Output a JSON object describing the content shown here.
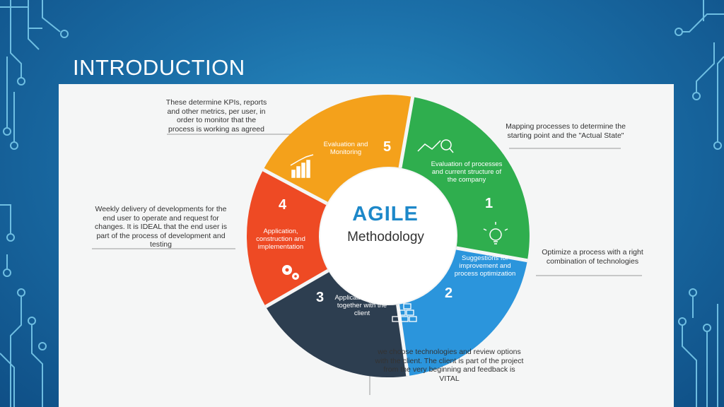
{
  "slide": {
    "title": "INTRODUCTION"
  },
  "diagram": {
    "center": {
      "title": "AGILE",
      "subtitle": "Methodology"
    },
    "segments": [
      {
        "number": "1",
        "label": "Evaluation of processes and current structure of the company",
        "color": "#2fae4e",
        "note": "Mapping processes to determine the starting point and the \"Actual State\""
      },
      {
        "number": "2",
        "label": "Suggestions for improvement and process optimization",
        "color": "#2b95dc",
        "note": "Optimize a process with a right combination of technologies"
      },
      {
        "number": "3",
        "label": "Application design together with the client",
        "color": "#2d3e50",
        "note": "we choose technologies and review options with the client. The client is part of the project from the very beginning and feedback is VITAL"
      },
      {
        "number": "4",
        "label": "Application, construction and implementation",
        "color": "#ee4a24",
        "note": "Weekly delivery of developments for the end user to operate and request for changes. It is IDEAL that the end user is part of the process of development and testing"
      },
      {
        "number": "5",
        "label": "Evaluation and Monitoring",
        "color": "#f4a11b",
        "note": "These determine KPIs, reports and other metrics, per user, in order to monitor that the process is working as agreed"
      }
    ]
  }
}
